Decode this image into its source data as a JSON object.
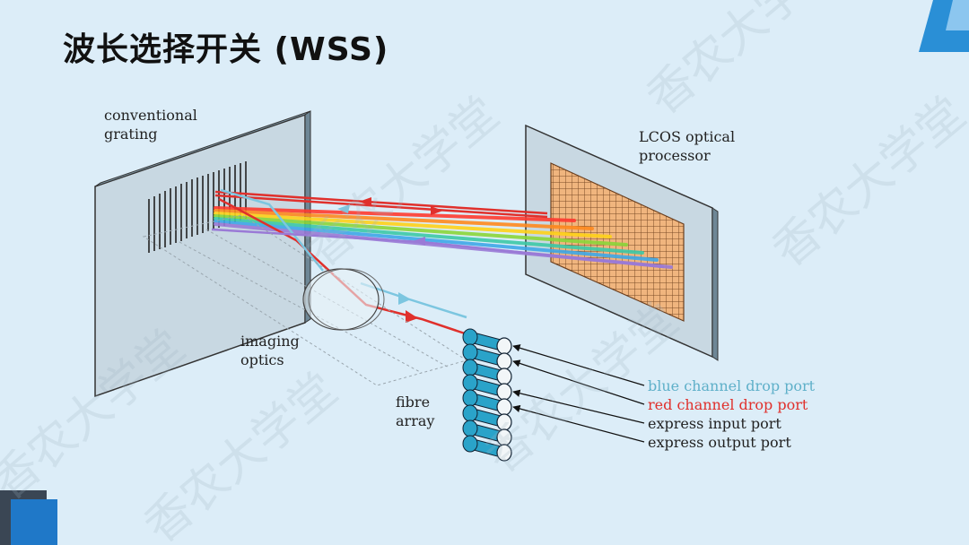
{
  "slide": {
    "title": "波长选择开关 (WSS)"
  },
  "diagram": {
    "labels": {
      "grating_line1": "conventional",
      "grating_line2": "grating",
      "lcos_line1": "LCOS optical",
      "lcos_line2": "processor",
      "optics_line1": "imaging",
      "optics_line2": "optics",
      "fibre_line1": "fibre",
      "fibre_line2": "array"
    },
    "ports": [
      {
        "label": "blue channel drop port",
        "color": "#5fb0c9"
      },
      {
        "label": "red channel drop port",
        "color": "#e0302c"
      },
      {
        "label": "express input port",
        "color": "#222222"
      },
      {
        "label": "express output port",
        "color": "#222222"
      }
    ]
  },
  "watermark": {
    "text": "香农大学堂"
  },
  "colors": {
    "background": "#dcedf8",
    "accent_blue": "#2a8fd6",
    "lcos_grid": "#f2b982",
    "fibre": "#2aa3c9",
    "beam_red": "#e0302c",
    "beam_blue": "#7cc6e0",
    "beam_violet": "#9a7ad6"
  }
}
